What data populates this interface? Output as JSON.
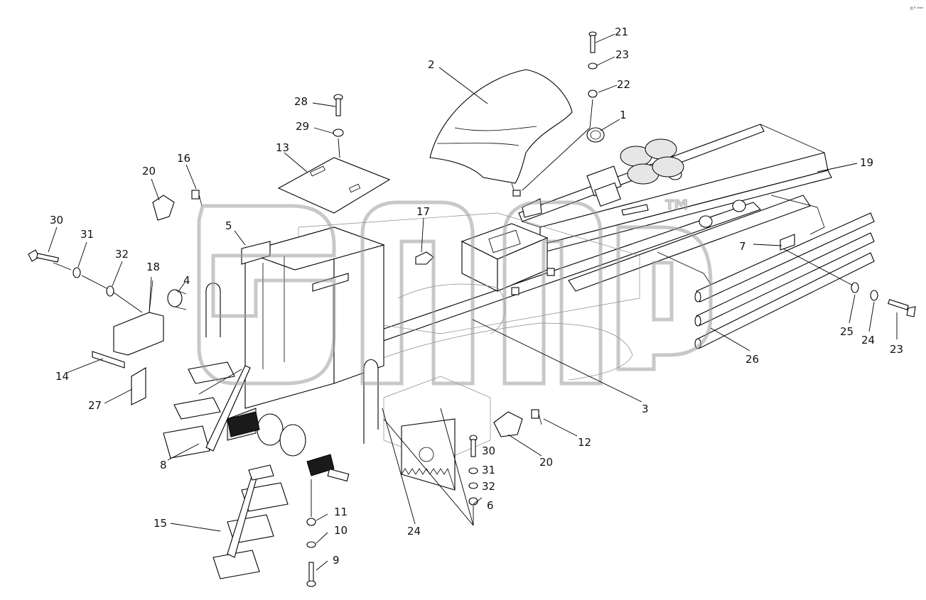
{
  "diagram": {
    "watermark_text": "™",
    "corner_mark": "©ᴿ ʷʷᵒ",
    "callouts": [
      "1",
      "2",
      "3",
      "4",
      "5",
      "6",
      "7",
      "8",
      "9",
      "10",
      "11",
      "12",
      "13",
      "14",
      "15",
      "16",
      "18",
      "19",
      "20",
      "20",
      "21",
      "22",
      "23",
      "23",
      "24",
      "24",
      "25",
      "26",
      "27",
      "28",
      "29",
      "30",
      "30",
      "31",
      "31",
      "32",
      "32",
      "17"
    ]
  }
}
